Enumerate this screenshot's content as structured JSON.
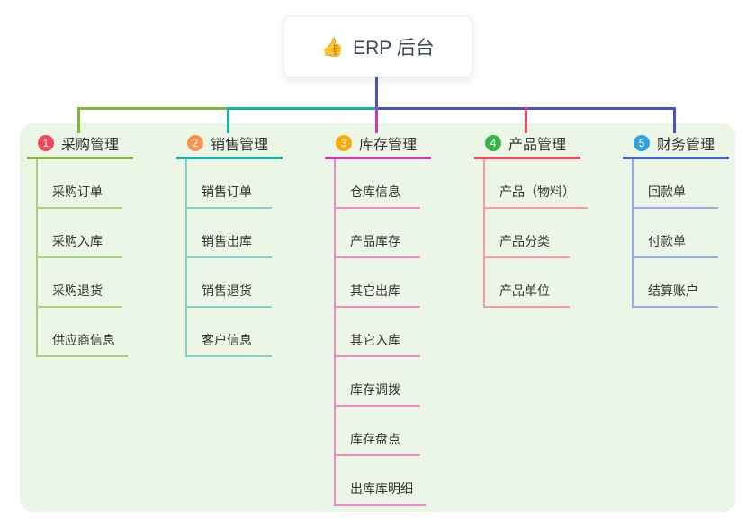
{
  "root": {
    "icon": "👍",
    "label": "ERP 后台"
  },
  "branches": [
    {
      "num": "1",
      "label": "采购管理",
      "color": "#7db83c",
      "light_color": "#a9d37b",
      "badge_color": "#f0485f",
      "children": [
        "采购订单",
        "采购入库",
        "采购退货",
        "供应商信息"
      ]
    },
    {
      "num": "2",
      "label": "销售管理",
      "color": "#16b2a5",
      "light_color": "#7ed2ca",
      "badge_color": "#f7914e",
      "children": [
        "销售订单",
        "销售出库",
        "销售退货",
        "客户信息"
      ]
    },
    {
      "num": "3",
      "label": "库存管理",
      "color": "#ce39b1",
      "light_color": "#ef87c9",
      "badge_color": "#f8ab0e",
      "children": [
        "仓库信息",
        "产品库存",
        "其它出库",
        "其它入库",
        "库存调拨",
        "库存盘点",
        "出库库明细"
      ]
    },
    {
      "num": "4",
      "label": "产品管理",
      "color": "#f44a5b",
      "light_color": "#f898a1",
      "badge_color": "#34b44a",
      "children": [
        "产品（物料）",
        "产品分类",
        "产品单位"
      ]
    },
    {
      "num": "5",
      "label": "财务管理",
      "color": "#3e62d3",
      "light_color": "#97abe6",
      "badge_color": "#30a3dc",
      "children": [
        "回款单",
        "付款单",
        "结算账户"
      ]
    }
  ],
  "colors": {
    "canvas": "#ffffff",
    "panel": "#ecf6e7",
    "stem": "#4a53c6",
    "node_text": "#333333",
    "root_text": "#3d4a5c"
  }
}
